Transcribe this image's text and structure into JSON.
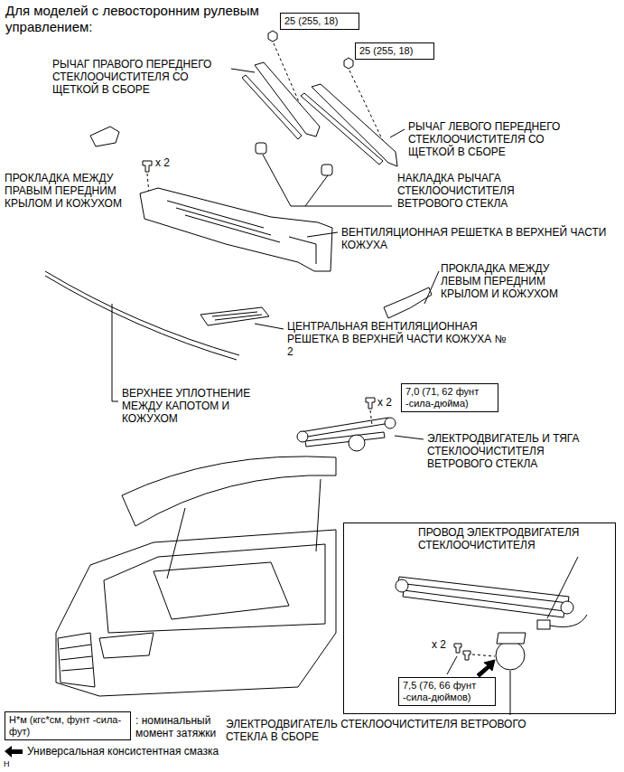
{
  "diagram": {
    "title": "Для моделей с левосторонним рулевым управлением:",
    "nodes": [
      {
        "text": [
          "25 (255, 18)"
        ]
      },
      {
        "text": [
          "25 (255, 18)"
        ]
      },
      {
        "text": [
          "7,0 (71, 62 фунт -сила-дюйма)"
        ]
      },
      {
        "text": [
          "ПРОВОД ЭЛЕКТРОДВИГАТЕЛЯ СТЕКЛООЧИСТИТЕЛЯ"
        ]
      },
      {
        "text": [
          "7,5 (76, 66 фунт -сила-дюймов)"
        ],
        "in": 3
      },
      {
        "text": [
          "Н*м (кгс*см, фунт -сила-фут)"
        ]
      }
    ],
    "labels": [
      "РЫЧАГ ПРАВОГО ПЕРЕДНЕГО СТЕКЛООЧИСТИТЕЛЯ СО ЩЕТКОЙ В СБОРЕ",
      "РЫЧАГ ЛЕВОГО ПЕРЕДНЕГО СТЕКЛООЧИСТИТЕЛЯ СО ЩЕТКОЙ В СБОРЕ",
      "x 2",
      "ПРОКЛАДКА МЕЖДУ ПРАВЫМ ПЕРЕДНИМ КРЫЛОМ И КОЖУХОМ",
      "НАКЛАДКА РЫЧАГА СТЕКЛООЧИСТИТЕЛЯ ВЕТРОВОГО СТЕКЛА",
      "ВЕНТИЛЯЦИОННАЯ РЕШЕТКА В ВЕРХНЕЙ ЧАСТИ КОЖУХА",
      "ПРОКЛАДКА МЕЖДУ ЛЕВЫМ ПЕРЕДНИМ КРЫЛОМ И КОЖУХОМ",
      "ЦЕНТРАЛЬНАЯ ВЕНТИЛЯЦИОННАЯ РЕШЕТКА В ВЕРХНЕЙ ЧАСТИ КОЖУХА № 2",
      "ВЕРХНЕЕ УПЛОТНЕНИЕ МЕЖДУ КАПОТОМ И КОЖУХОМ",
      "x 2",
      "ЭЛЕКТРОДВИГАТЕЛЬ И ТЯГА СТЕКЛООЧИСТИТЕЛЯ ВЕТРОВОГО СТЕКЛА",
      "x 2",
      "ЭЛЕКТРОДВИГАТЕЛЬ СТЕКЛООЧИСТИТЕЛЯ ВЕТРОВОГО СТЕКЛА В СБОРЕ",
      "H"
    ],
    "legend": [
      {
        "text": ": номинальный момент затяжки"
      },
      {
        "text": "Универсальная консистентная смазка"
      }
    ]
  }
}
